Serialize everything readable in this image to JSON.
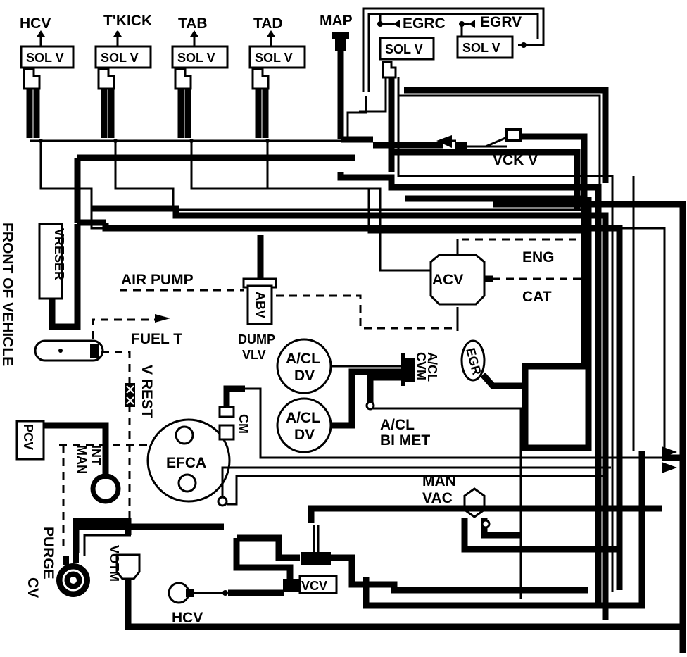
{
  "solenoids": {
    "hcv": {
      "title": "HCV",
      "label": "SOL V"
    },
    "tkick": {
      "title": "T'KICK",
      "label": "SOL V"
    },
    "tab": {
      "title": "TAB",
      "label": "SOL V"
    },
    "tad": {
      "title": "TAD",
      "label": "SOL V"
    },
    "egrc": {
      "title": "EGRC",
      "label": "SOL V"
    },
    "egrv": {
      "title": "EGRV",
      "label": "SOL V"
    }
  },
  "map": "MAP",
  "vck_v": "VCK V",
  "eng": "ENG",
  "cat": "CAT",
  "acv": "ACV",
  "abv": "ABV",
  "air_pump": "AIR PUMP",
  "vreser": "VRESER",
  "front_of_vehicle": "FRONT OF VEHICLE",
  "fuel_t": "FUEL T",
  "v_rest": "V REST",
  "dump_vlv": [
    "DUMP",
    "VLV"
  ],
  "acl_dv_upper": [
    "A/CL",
    "DV"
  ],
  "acl_dv_lower": [
    "A/CL",
    "DV"
  ],
  "acl_cvm": [
    "A/CL",
    "CVM"
  ],
  "egr": "EGR",
  "acl_bi_met": [
    "A/CL",
    "BI MET"
  ],
  "cm": "CM",
  "efca": "EFCA",
  "pcv": "PCV",
  "int_man": [
    "INT",
    "MAN"
  ],
  "man_vac": [
    "MAN",
    "VAC"
  ],
  "purge_cv": [
    "PURGE",
    "CV"
  ],
  "votm": "VOTM",
  "vcv": "VCV",
  "hcv_bottom": "HCV"
}
